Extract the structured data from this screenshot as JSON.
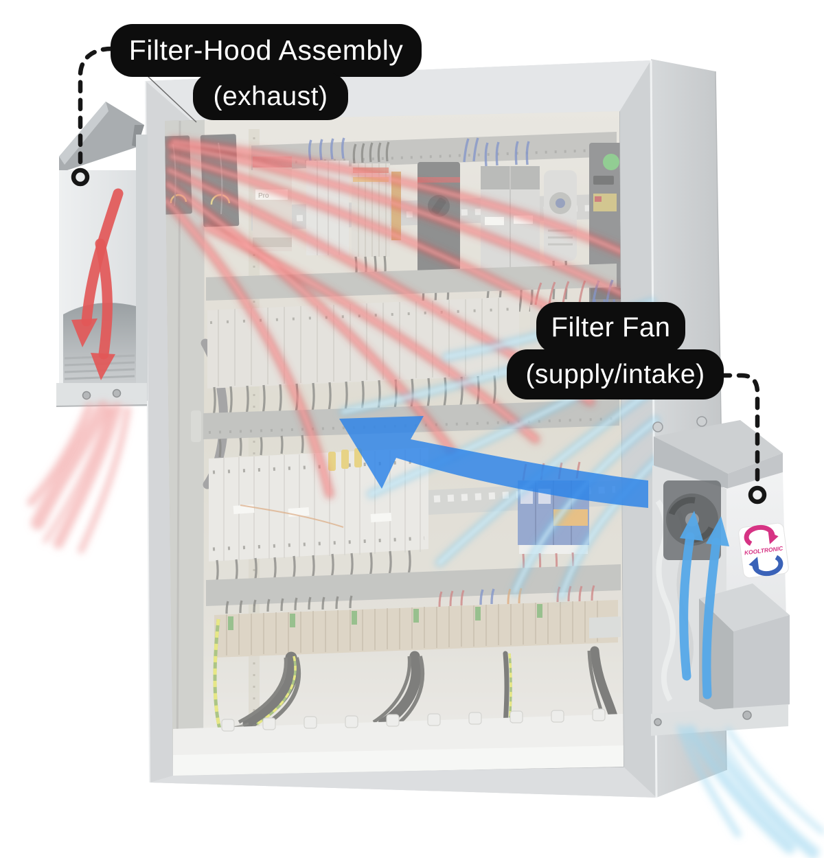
{
  "callouts": {
    "exhaust": {
      "line1": "Filter-Hood Assembly",
      "line2": "(exhaust)"
    },
    "intake": {
      "line1": "Filter Fan",
      "line2": "(supply/intake)"
    }
  },
  "fan_unit": {
    "logo_text": "KOOLTRONIC"
  },
  "components": {
    "plc_label": "Pro"
  },
  "colors": {
    "background": "#ffffff",
    "label_bg": "#0d0d0d",
    "label_text": "#ffffff",
    "exhaust_air_red": "#e04545",
    "supply_air_blue": "#2b82e8",
    "streak_cyan": "#7ac8ea",
    "brand_pink": "#d63384",
    "brand_blue": "#3a62b8",
    "cabinet_gray": "#d8dadc"
  }
}
